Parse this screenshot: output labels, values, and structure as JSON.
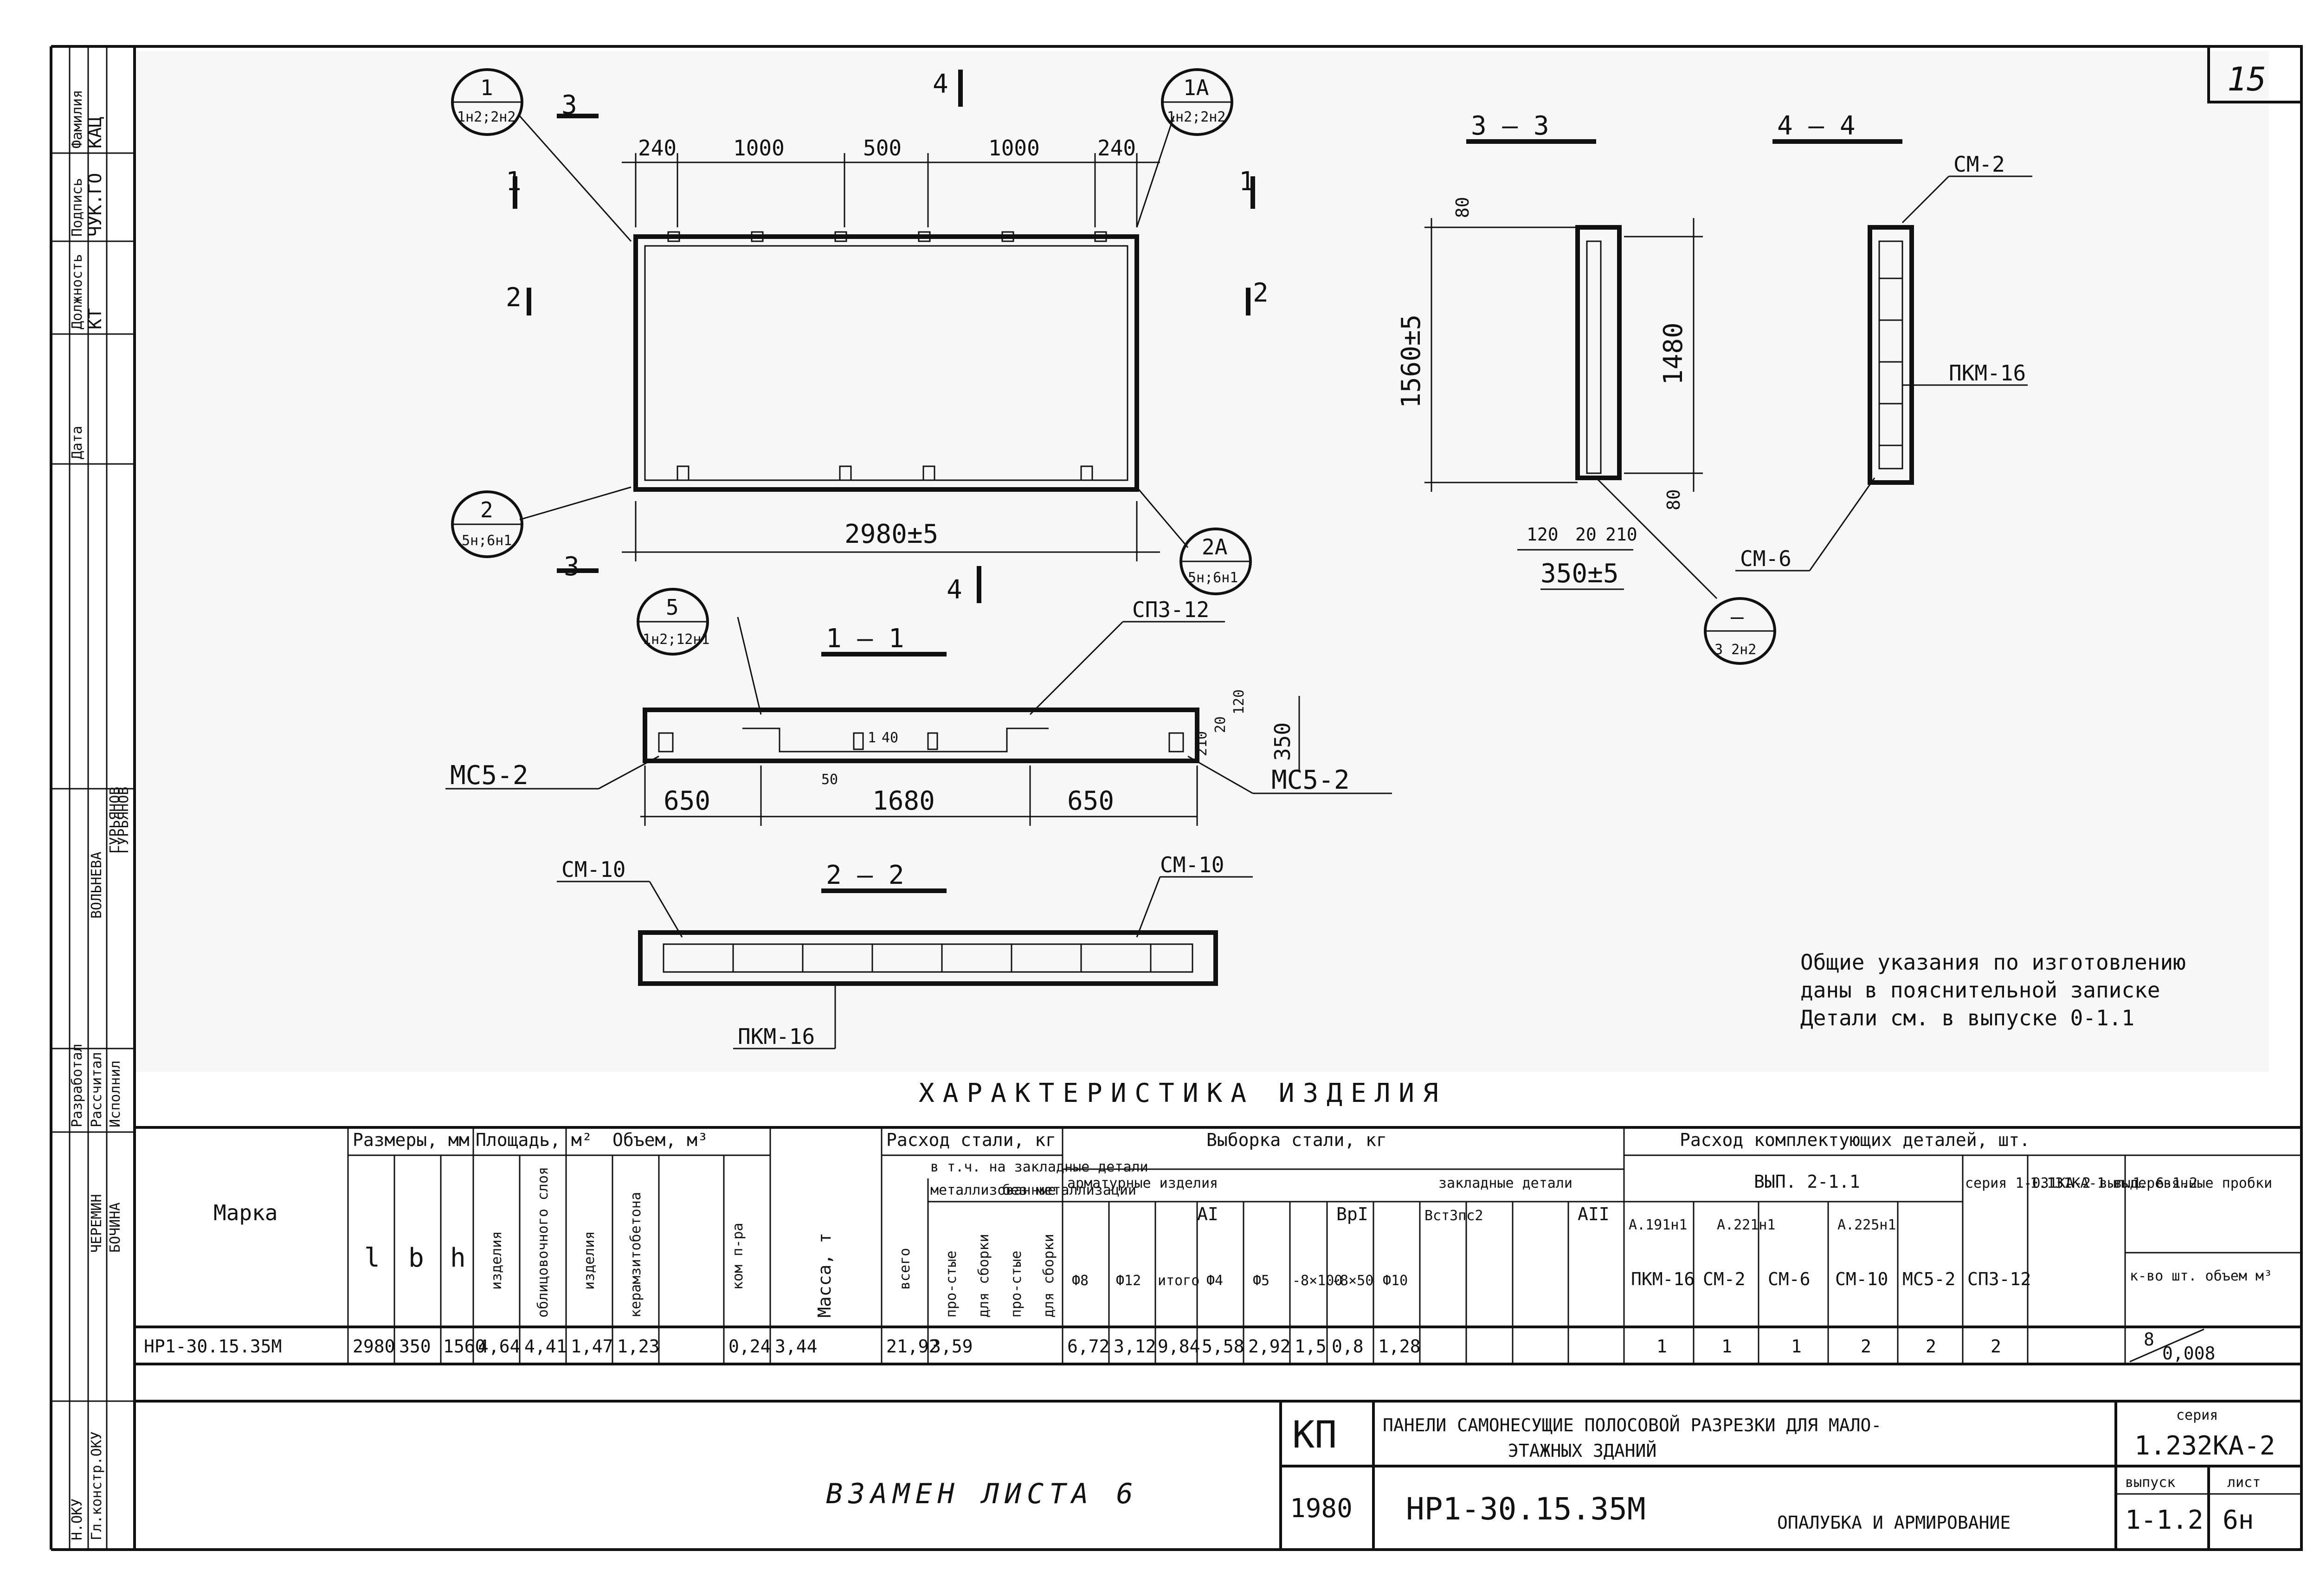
{
  "sheet_number": "15",
  "stamp_column": {
    "roles": [
      "Фамилия",
      "Подпись",
      "Должность",
      "Дата"
    ],
    "names": [
      "КАЦ",
      "ЧУК.ГО",
      "КТ",
      "ГУРЬЯНОВ",
      "ВОЛЬНЕВА",
      "ГУРЬЯНОВ"
    ],
    "lower_roles": [
      "Разработал",
      "Рассчитал",
      "Исполнил"
    ],
    "lower_names": [
      "ЧЕРЕМИН",
      "БОЧИНА"
    ],
    "ocr_marks": [
      "Н.ОКУ",
      "Гл.констр.ОКУ"
    ]
  },
  "drawing": {
    "section_marks": {
      "s1": "1",
      "s2": "2",
      "s3": "3",
      "s4": "4",
      "cut_3_3": "3 — 3",
      "cut_4_4": "4 — 4",
      "cut_1_1": "1 — 1",
      "cut_2_2": "2 — 2"
    },
    "callouts": {
      "c1_top": "1",
      "c1_bot": "1н2;2н2",
      "c1a_top": "1А",
      "c1a_bot": "1н2;2н2",
      "c2_top": "2",
      "c2_bot": "5н;6н1",
      "c2a_top": "2А",
      "c2a_bot": "5н;6н1",
      "c5_top": "5",
      "c5_bot": "1н2;12н1",
      "cdash_top": "—",
      "cdash_bot": "3 2н2"
    },
    "dims_top": [
      "240",
      "1000",
      "500",
      "1000",
      "240"
    ],
    "dim_length": "2980±5",
    "dim_height": "1560±5",
    "dim_inner_height": "1480",
    "dim_top_80": "80",
    "dim_bottom_80": "80",
    "dims_section_bottom": [
      "120",
      "20",
      "210"
    ],
    "dim_width": "350±5",
    "dims_1_1": [
      "650",
      "1680",
      "650"
    ],
    "dims_1_1_right": [
      "210",
      "20",
      "120",
      "350"
    ],
    "dims_1_1_small": [
      "50",
      "1",
      "40"
    ],
    "labels": {
      "sp3": "СП3-12",
      "mcs_left": "МС5-2",
      "mcs_right": "МС5-2",
      "cm10_left": "СМ-10",
      "cm10_right": "СМ-10",
      "pkm_bottom": "ПКМ-16",
      "cm2": "СМ-2",
      "pkm_right": "ПКМ-16",
      "cm6": "СМ-6"
    },
    "notes": [
      "Общие указания по изготовлению",
      "даны в пояснительной записке",
      "Детали см. в выпуске 0-1.1"
    ]
  },
  "table": {
    "title": "ХАРАКТЕРИСТИКА   ИЗДЕЛИЯ",
    "groups": {
      "marka": "Марка",
      "sizes": "Размеры, мм",
      "area": "Площадь, м²",
      "volume": "Объем, м³",
      "mass": "Масса, т",
      "steel": "Расход стали, кг",
      "steel_sub": "в т.ч. на закладные детали",
      "metalized": "металлизованные",
      "nonmetal": "без металлизации",
      "sample": "Выборка стали, кг",
      "armature": "арматурные изделия",
      "embedded": "закладные детали",
      "components": "Расход комплектующих деталей, шт."
    },
    "size_cols": [
      "l",
      "b",
      "h"
    ],
    "area_cols": [
      "изделия",
      "облицовочного слоя"
    ],
    "volume_cols": [
      "изделия",
      "керамзитобетона",
      "ком п-ра"
    ],
    "steel_cols": [
      "всего",
      "про-стые",
      "для сборки",
      "про-стые",
      "для сборки"
    ],
    "class_AI": "АI",
    "class_BpI": "ВрI",
    "class_Bst": "Вст3пс2",
    "class_AII": "АII",
    "steel_diam": [
      "Ф8",
      "Ф12",
      "итого",
      "Ф4",
      "Ф5",
      "-8×100",
      "-8×50",
      "Ф10"
    ],
    "comp_release": "ВЫП. 2-1.1",
    "comp_subs": [
      "А.191н1",
      "А.221н1",
      "А.225н1"
    ],
    "comp_series": "серия 1-031КА-2 вып.1",
    "comp_series2": "1.131КА-1 вып. 6-1.2",
    "comp_plugs": "деревянные пробки",
    "comp_names": [
      "ПКМ-16",
      "СМ-2",
      "СМ-6",
      "СМ-10",
      "МС5-2",
      "СП3-12"
    ],
    "comp_plug_sub": "к-во шт. объем м³",
    "row": {
      "marka": "НР1-30.15.35М",
      "l": "2980",
      "b": "350",
      "h": "1560",
      "area_item": "4,64",
      "area_face": "4,41",
      "vol_item": "1,47",
      "vol_k": "1,23",
      "vol_extra": "",
      "vol_sub": "0,24",
      "mass": "3,44",
      "steel_total": "21,92",
      "steel_metal": "3,59",
      "f8": "6,72",
      "f12": "3,12",
      "total": "9,84",
      "f4": "5,58",
      "f5": "2,92",
      "b100": "1,5",
      "b50": "0,8",
      "f10": "1,28",
      "pkm16": "1",
      "cm2": "1",
      "cm6": "1",
      "cm10": "2",
      "mcs": "2",
      "sp3": "2",
      "plugs_qty": "8",
      "plugs_vol": "0,008"
    }
  },
  "title_block": {
    "kp": "КП",
    "year": "1980",
    "title_line1": "ПАНЕЛИ САМОНЕСУЩИЕ ПОЛОСОВОЙ РАЗРЕЗКИ  ДЛЯ  МАЛО-",
    "title_line2": "ЭТАЖНЫХ   ЗДАНИЙ",
    "marka": "НР1-30.15.35М",
    "subject": "ОПАЛУБКА И АРМИРОВАНИЕ",
    "series_label": "серия",
    "series_value": "1.232КА-2",
    "issue_label": "выпуск",
    "issue_value": "1-1.2",
    "sheet_label": "лист",
    "sheet_value": "6н",
    "replace_note": "ВЗАМЕН ЛИСТА 6"
  }
}
